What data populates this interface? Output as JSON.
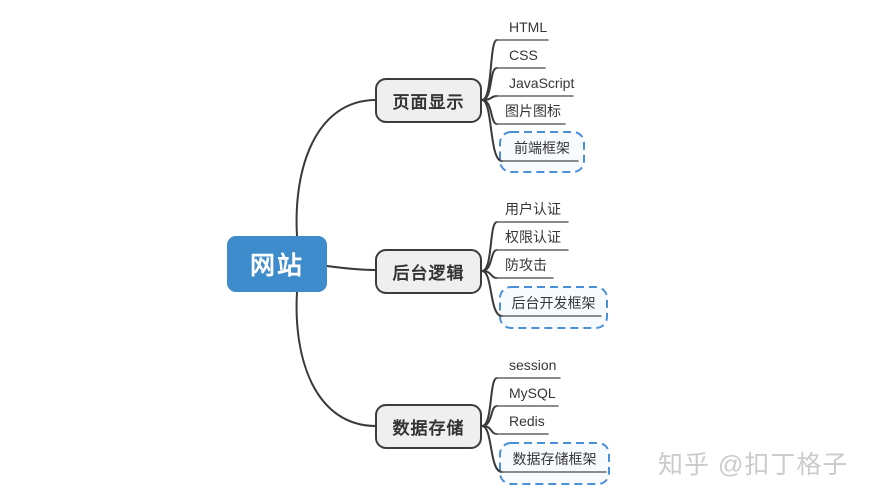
{
  "colors": {
    "root_fill": "#3e8ccc",
    "root_text": "#ffffff",
    "branch_fill": "#efefef",
    "branch_border": "#3c3c3c",
    "branch_text": "#333333",
    "leaf_text": "#363636",
    "connector": "#3a3a3a",
    "underline": "#666666",
    "frame_border": "#4a90d8",
    "frame_fill": "#f8fbfe",
    "watermark": "#cbcbcb",
    "bg": "#ffffff"
  },
  "root": {
    "label": "网站"
  },
  "branches": [
    {
      "label": "页面显示",
      "children": [
        {
          "label": "HTML"
        },
        {
          "label": "CSS"
        },
        {
          "label": "JavaScript"
        },
        {
          "label": "图片图标"
        },
        {
          "label": "前端框架",
          "framed": true
        }
      ]
    },
    {
      "label": "后台逻辑",
      "children": [
        {
          "label": "用户认证"
        },
        {
          "label": "权限认证"
        },
        {
          "label": "防攻击"
        },
        {
          "label": "后台开发框架",
          "framed": true
        }
      ]
    },
    {
      "label": "数据存储",
      "children": [
        {
          "label": "session"
        },
        {
          "label": "MySQL"
        },
        {
          "label": "Redis"
        },
        {
          "label": "数据存储框架",
          "framed": true
        }
      ]
    }
  ],
  "watermark": {
    "label": "知乎 @扣丁格子"
  }
}
